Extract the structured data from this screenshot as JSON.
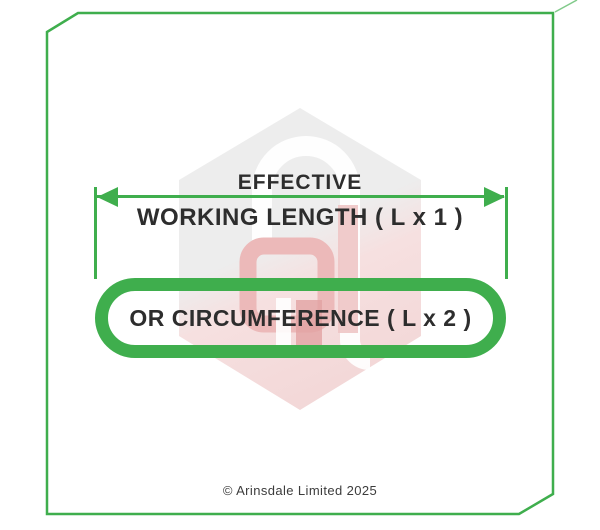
{
  "diagram": {
    "title_line1": "EFFECTIVE",
    "title_line2": "WORKING LENGTH ( L x 1 )",
    "pill_label": "OR CIRCUMFERENCE ( L x 2 )",
    "arrow_color": "#3fae4d",
    "frame_border_color": "#3fae4d",
    "pill_border_color": "#3fae4d",
    "text_color": "#2d2d2d"
  },
  "watermark": {
    "name": "arinsdale-hexagon-logo",
    "hex_top_color": "#ededed",
    "hex_bottom_color": "#f2d6d6",
    "letter_red_color": "#ecb9b9"
  },
  "footer": {
    "copyright": "© Arinsdale Limited 2025"
  }
}
